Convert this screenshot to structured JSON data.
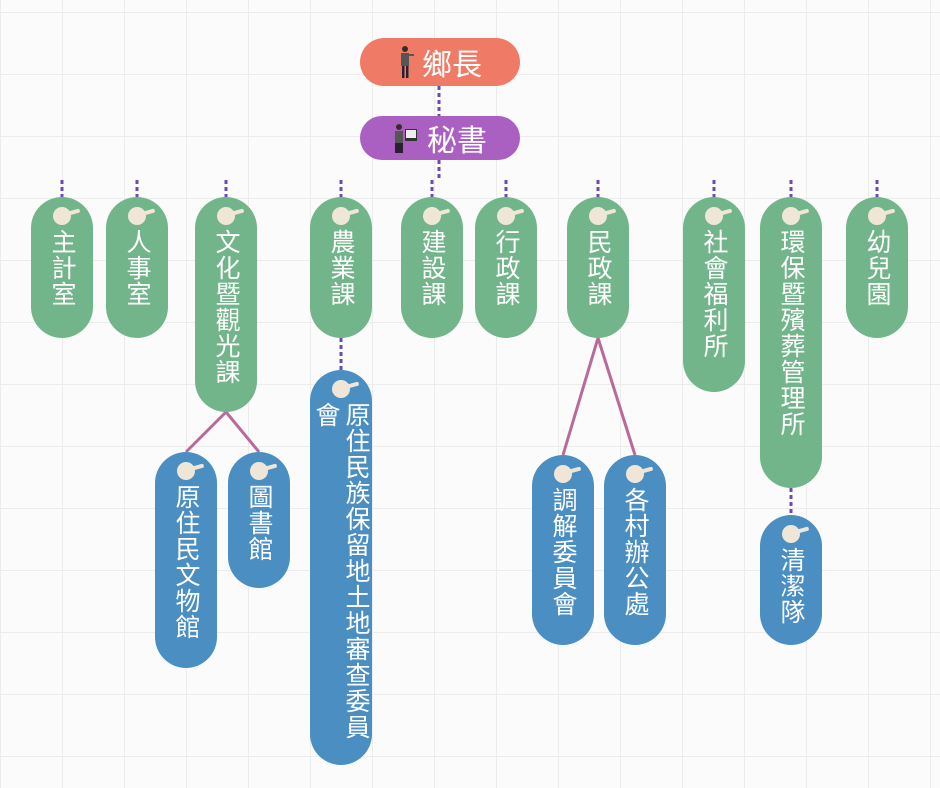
{
  "head": {
    "label": "鄉長",
    "icon": "person-presenting-icon",
    "color": "#ef7a66"
  },
  "secretary": {
    "label": "秘書",
    "icon": "person-at-board-icon",
    "color": "#a960c1"
  },
  "units": [
    {
      "label": "主計室"
    },
    {
      "label": "人事室"
    },
    {
      "label": "文化暨觀光課"
    },
    {
      "label": "農業課"
    },
    {
      "label": "建設課"
    },
    {
      "label": "行政課"
    },
    {
      "label": "民政課"
    },
    {
      "label": "社會福利所"
    },
    {
      "label": "環保暨殯葬管理所"
    },
    {
      "label": "幼兒園"
    }
  ],
  "subunits": [
    {
      "label": "原住民文物館",
      "parent": "文化暨觀光課"
    },
    {
      "label": "圖書館",
      "parent": "文化暨觀光課"
    },
    {
      "label": "原住民族保留地土地審查委員會",
      "parent": "農業課"
    },
    {
      "label": "調解委員會",
      "parent": "民政課"
    },
    {
      "label": "各村辦公處",
      "parent": "民政課"
    },
    {
      "label": "清潔隊",
      "parent": "環保暨殯葬管理所"
    }
  ],
  "colors": {
    "unit": "#72b58b",
    "subunit": "#4b8fc2"
  }
}
